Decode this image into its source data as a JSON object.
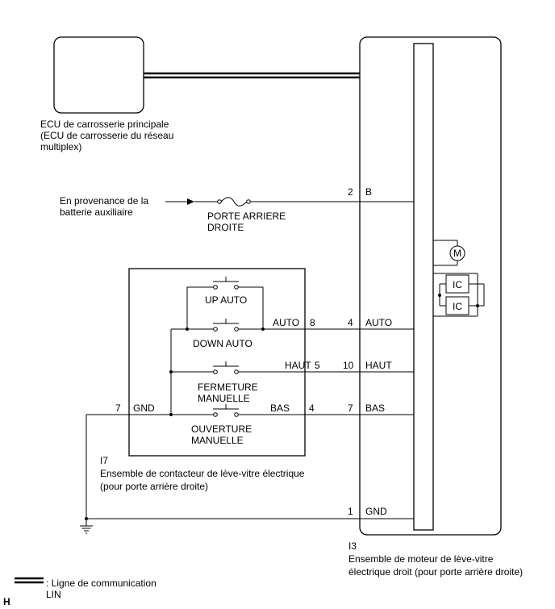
{
  "ecu_main": {
    "line1": "ECU de carrosserie principale",
    "line2": "(ECU de carrosserie du réseau",
    "line3": "multiplex)"
  },
  "source": {
    "line1": "En provenance de la",
    "line2": "batterie auxiliaire"
  },
  "fuse": {
    "line1": "PORTE ARRIERE",
    "line2": "DROITE"
  },
  "switches": {
    "up_auto": "UP AUTO",
    "down_auto": "DOWN AUTO",
    "close_line1": "FERMETURE",
    "close_line2": "MANUELLE",
    "open_line1": "OUVERTURE",
    "open_line2": "MANUELLE"
  },
  "switch_pins": {
    "auto_label": "AUTO",
    "auto_pin": "8",
    "haut_label": "HAUT",
    "haut_pin": "5",
    "bas_label": "BAS",
    "bas_pin": "4",
    "gnd_pin": "7",
    "gnd_label": "GND"
  },
  "motor_pins": {
    "b_pin": "2",
    "b_label": "B",
    "auto_pin": "4",
    "auto_label": "AUTO",
    "haut_pin": "10",
    "haut_label": "HAUT",
    "bas_pin": "7",
    "bas_label": "BAS",
    "gnd_pin": "1",
    "gnd_label": "GND"
  },
  "motor_components": {
    "motor": "M",
    "ic1": "IC",
    "ic2": "IC"
  },
  "switch_assembly": {
    "code": "I7",
    "line1": "Ensemble de contacteur de lève-vitre électrique",
    "line2": "(pour porte arrière  droite)"
  },
  "motor_assembly": {
    "code": "I3",
    "line1": "Ensemble de moteur de lève-vitre",
    "line2": "électrique droit (pour porte arrière droite)"
  },
  "legend": {
    "line1": ": Ligne de communication",
    "line2": "LIN"
  },
  "corner_mark": "H"
}
